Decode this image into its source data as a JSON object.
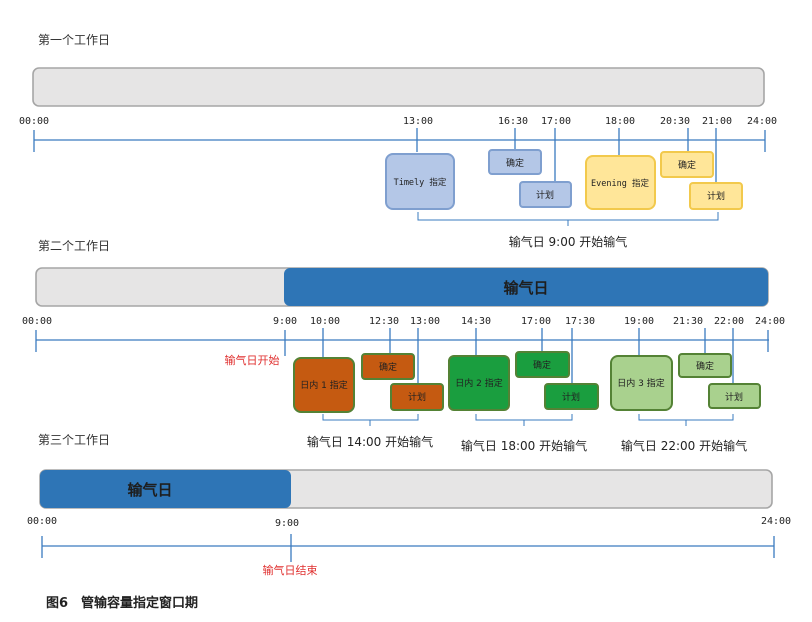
{
  "sections": [
    {
      "title": "第一个工作日",
      "bar_label": "",
      "ticks": [
        "00:00",
        "13:00",
        "16:30",
        "17:00",
        "18:00",
        "20:30",
        "21:00",
        "24:00"
      ],
      "boxes": [
        {
          "label": "Timely 指定"
        },
        {
          "label": "确定"
        },
        {
          "label": "计划"
        },
        {
          "label": "Evening 指定"
        },
        {
          "label": "确定"
        },
        {
          "label": "计划"
        }
      ],
      "notes": [
        "输气日 9:00 开始输气"
      ]
    },
    {
      "title": "第二个工作日",
      "bar_label": "输气日",
      "ticks": [
        "00:00",
        "9:00",
        "10:00",
        "12:30",
        "13:00",
        "14:30",
        "17:00",
        "17:30",
        "19:00",
        "21:30",
        "22:00",
        "24:00"
      ],
      "marker": "输气日开始",
      "boxes": [
        {
          "label": "日内 1 指定"
        },
        {
          "label": "确定"
        },
        {
          "label": "计划"
        },
        {
          "label": "日内 2 指定"
        },
        {
          "label": "确定"
        },
        {
          "label": "计划"
        },
        {
          "label": "日内 3 指定"
        },
        {
          "label": "确定"
        },
        {
          "label": "计划"
        }
      ],
      "notes": [
        "输气日 14:00 开始输气",
        "输气日 18:00 开始输气",
        "输气日 22:00 开始输气"
      ]
    },
    {
      "title": "第三个工作日",
      "bar_label": "输气日",
      "ticks": [
        "00:00",
        "9:00",
        "24:00"
      ],
      "marker": "输气日结束"
    }
  ],
  "figure_caption": "图6　管输容量指定窗口期",
  "colors": {
    "axis": "#3a7bbf",
    "bar_gray": "#e6e5e5",
    "bar_border": "#a6a6a6",
    "bar_blue": "#2e75b6",
    "blue_box": "#b4c7e7",
    "blue_box_border": "#7f9fcf",
    "yellow_box": "#ffe699",
    "yellow_box_border": "#f2c94c",
    "orange_box": "#c55a11",
    "dark_green_box": "#1a9e3f",
    "light_green_box": "#a9d18e",
    "green_border": "#548235",
    "red_text": "#e0302f"
  }
}
